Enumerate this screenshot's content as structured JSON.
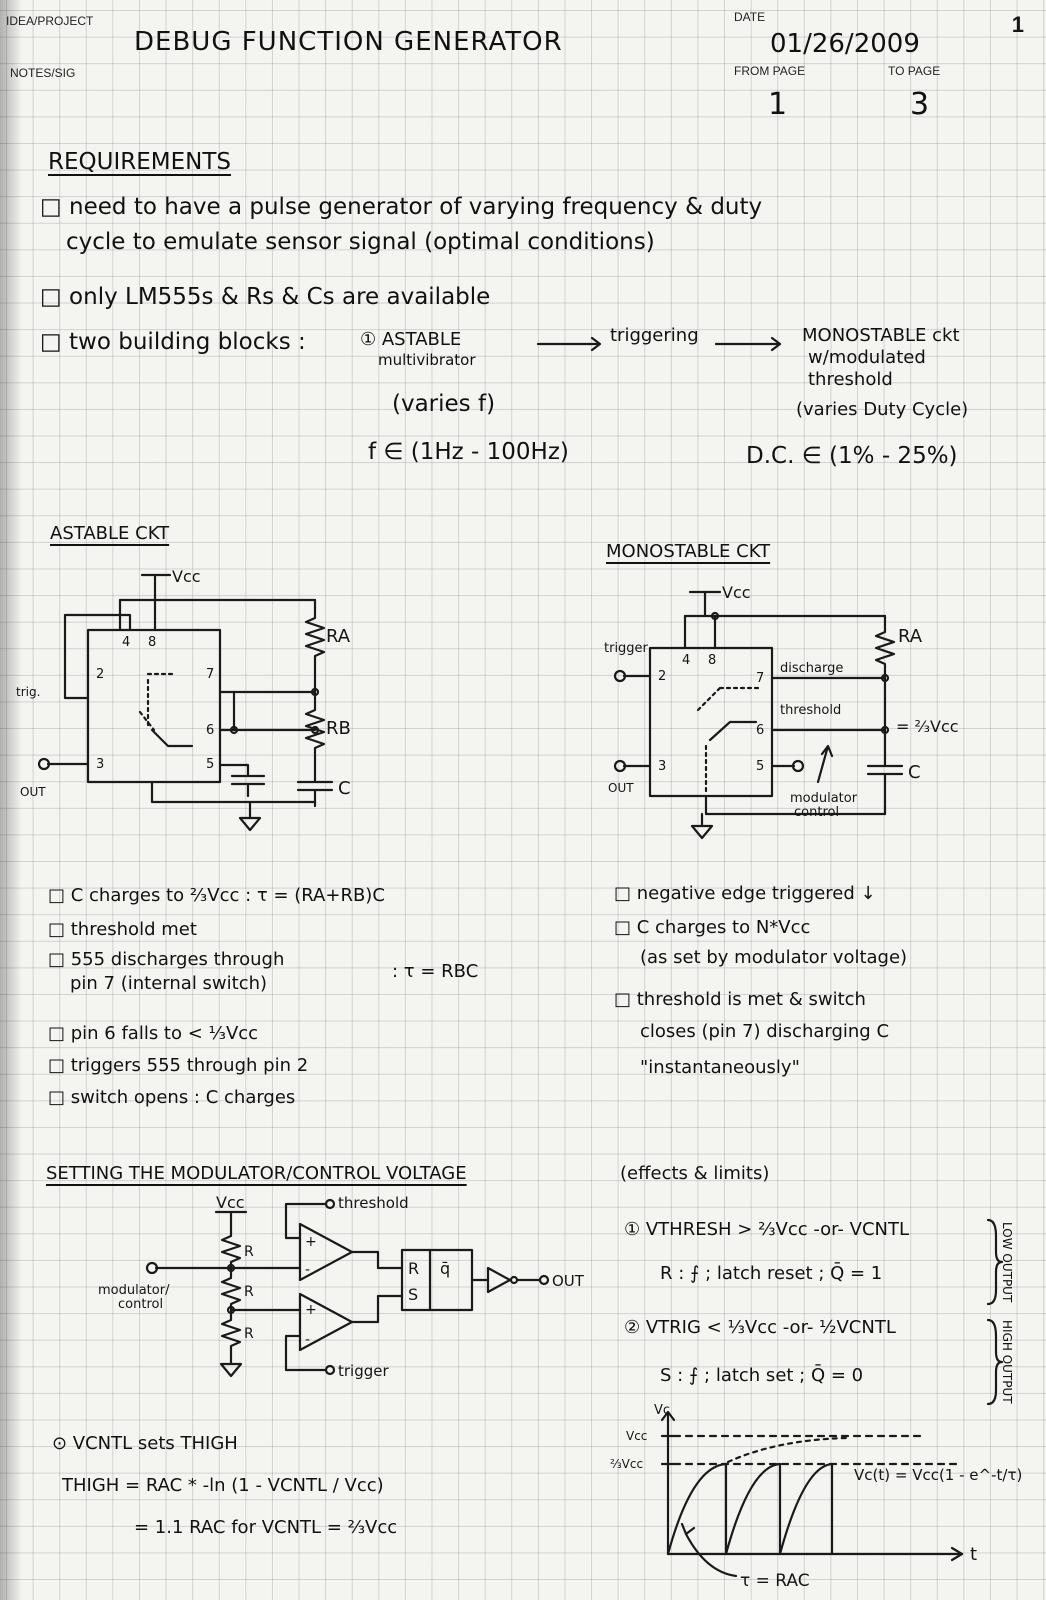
{
  "header": {
    "idea_label": "IDEA/PROJECT",
    "notes_label": "NOTES/SIG",
    "title": "DEBUG FUNCTION GENERATOR",
    "date_label": "DATE",
    "date": "01/26/2009",
    "from_label": "FROM PAGE",
    "from_value": "1",
    "to_label": "TO PAGE",
    "to_value": "3",
    "page_number": "1"
  },
  "requirements": {
    "heading": "REQUIREMENTS",
    "item1_line1": "□ need to have a pulse generator of varying frequency & duty",
    "item1_line2": "cycle to emulate sensor signal (optimal conditions)",
    "item2": "□ only LM555s & Rs & Cs are available",
    "item3": "□ two building blocks :",
    "block1_title": "① ASTABLE",
    "block1_sub": "multivibrator",
    "block1_varies": "(varies f)",
    "block1_range": "f ∈ (1Hz - 100Hz)",
    "arrow_text": "triggering",
    "block2_line1": "MONOSTABLE ckt",
    "block2_line2": "w/modulated",
    "block2_line3": "threshold",
    "block2_varies": "(varies Duty Cycle)",
    "block2_range": "D.C. ∈ (1% - 25%)"
  },
  "astable": {
    "heading": "ASTABLE CKT",
    "vcc": "Vcc",
    "ra": "RA",
    "rb": "RB",
    "c": "C",
    "trig": "trig.",
    "out": "OUT",
    "pin4": "4",
    "pin8": "8",
    "pin2": "2",
    "pin7": "7",
    "pin6": "6",
    "pin3": "3",
    "pin5": "5",
    "notes": [
      "□ C charges to ²⁄₃Vcc : τ = (RA+RB)C",
      "□ threshold met",
      "□ 555 discharges through",
      "pin 7 (internal switch)",
      "□ pin 6 falls to < ¹⁄₃Vcc",
      "□ triggers 555 through pin 2",
      "□ switch opens : C charges"
    ],
    "tau_discharge": ": τ = RBC"
  },
  "monostable": {
    "heading": "MONOSTABLE CKT",
    "vcc": "Vcc",
    "ra": "RA",
    "c": "C",
    "trigger": "trigger",
    "out": "OUT",
    "discharge": "discharge",
    "threshold": "threshold",
    "two_thirds": "= ²⁄₃Vcc",
    "modulator": "modulator",
    "control": "control",
    "pin4": "4",
    "pin8": "8",
    "pin2": "2",
    "pin7": "7",
    "pin6": "6",
    "pin3": "3",
    "pin5": "5",
    "notes": [
      "□ negative edge triggered ↓",
      "□ C charges to N*Vcc",
      "(as set by modulator voltage)",
      "□ threshold is met & switch",
      "closes (pin 7) discharging C",
      "\"instantaneously\""
    ]
  },
  "modulator": {
    "heading": "SETTING THE MODULATOR/CONTROL VOLTAGE",
    "heading_note": "(effects & limits)",
    "vcc": "Vcc",
    "r": "R",
    "mod_label1": "modulator/",
    "mod_label2": "control",
    "threshold": "threshold",
    "trigger": "trigger",
    "latch_r": "R",
    "latch_s": "S",
    "latch_q": "q̄",
    "out": "OUT",
    "plus": "+",
    "minus": "-",
    "c1_line1": "① VTHRESH > ⅔Vcc -or- VCNTL",
    "c1_line2": "R : ⨍ ; latch reset ; Q̄ = 1",
    "c1_side": "LOW OUTPUT",
    "c2_line1": "② VTRIG < ⅓Vcc -or- ½VCNTL",
    "c2_line2": "S : ⨍ ; latch set ; Q̄ = 0",
    "c2_side": "HIGH OUTPUT",
    "vcntl_line": "⊙ VCNTL sets THIGH",
    "thigh_eq": "THIGH = RAC * -ln (1 - VCNTL / Vcc)",
    "thigh_eq2": "= 1.1 RAC for VCNTL = ⅔Vcc",
    "graph_vc": "Vc",
    "graph_vcc": "Vcc",
    "graph_two_thirds": "⅔Vcc",
    "graph_eq": "Vc(t) = Vcc(1 - e^-t/τ)",
    "graph_t": "t",
    "graph_tau": "τ = RAC"
  }
}
